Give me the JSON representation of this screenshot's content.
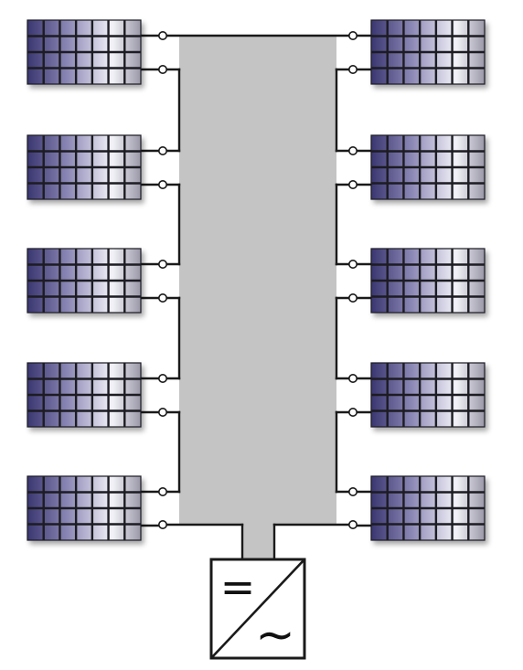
{
  "diagram": {
    "type": "pv-series-string-diagram",
    "panels_per_side": 5,
    "sides": [
      "left",
      "right"
    ],
    "panel": {
      "cell_rows": 4,
      "cell_cols": 7
    },
    "colors": {
      "background": "#ffffff",
      "bus_fill": "#c4c4c4",
      "wire": "#1a1a1a",
      "terminal_fill": "#ffffff",
      "panel_dark": "#3a3670",
      "panel_mid": "#8a86b4",
      "panel_light": "#f2f2f8",
      "panel_grid": "#1c1c24",
      "inverter_fill": "#ffffff",
      "inverter_stroke": "#1a1a1a"
    },
    "icons": [
      "solar-panel-icon",
      "terminal-icon",
      "inverter-icon"
    ],
    "inverter": {
      "dc_symbol": "=",
      "ac_symbol": "~"
    }
  }
}
